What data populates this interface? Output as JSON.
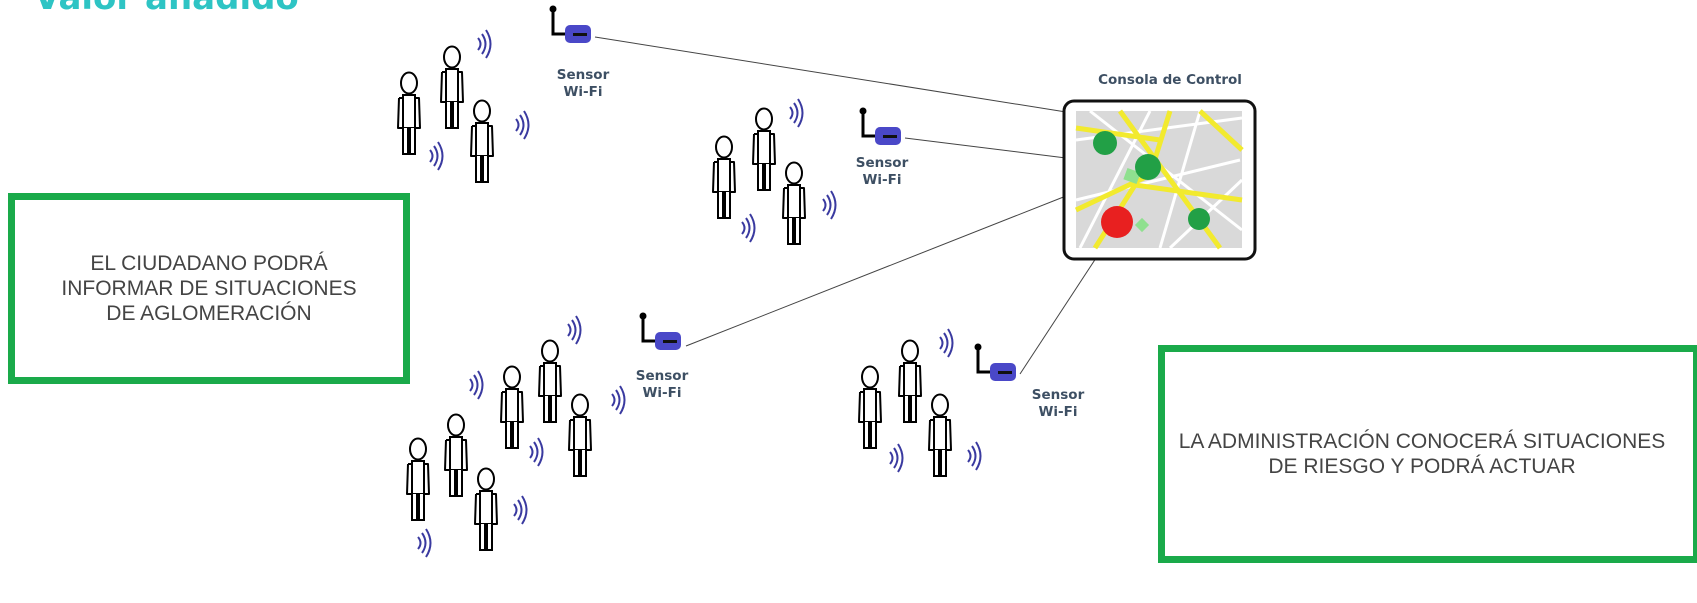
{
  "page": {
    "title": "Valor añadido"
  },
  "colors": {
    "title": "#2ec4c4",
    "box_border": "#1aaa4a",
    "sensor_body": "#4a48c8",
    "alert_red": "#e82020",
    "ok_green": "#22a046",
    "road_yellow": "#f2ea2e"
  },
  "sensors": [
    {
      "label_line1": "Sensor",
      "label_line2": "Wi-Fi"
    },
    {
      "label_line1": "Sensor",
      "label_line2": "Wi-Fi"
    },
    {
      "label_line1": "Sensor",
      "label_line2": "Wi-Fi"
    },
    {
      "label_line1": "Sensor",
      "label_line2": "Wi-Fi"
    }
  ],
  "console": {
    "label": "Consola de Control",
    "markers": [
      {
        "status": "ok",
        "color": "#22a046"
      },
      {
        "status": "ok",
        "color": "#22a046"
      },
      {
        "status": "alert",
        "color": "#e82020"
      },
      {
        "status": "ok",
        "color": "#22a046"
      }
    ]
  },
  "boxes": {
    "citizen": "EL CIUDADANO PODRÁ INFORMAR DE SITUACIONES DE AGLOMERACIÓN",
    "admin": "LA ADMINISTRACIÓN CONOCERÁ SITUACIONES DE RIESGO Y PODRÁ ACTUAR"
  }
}
